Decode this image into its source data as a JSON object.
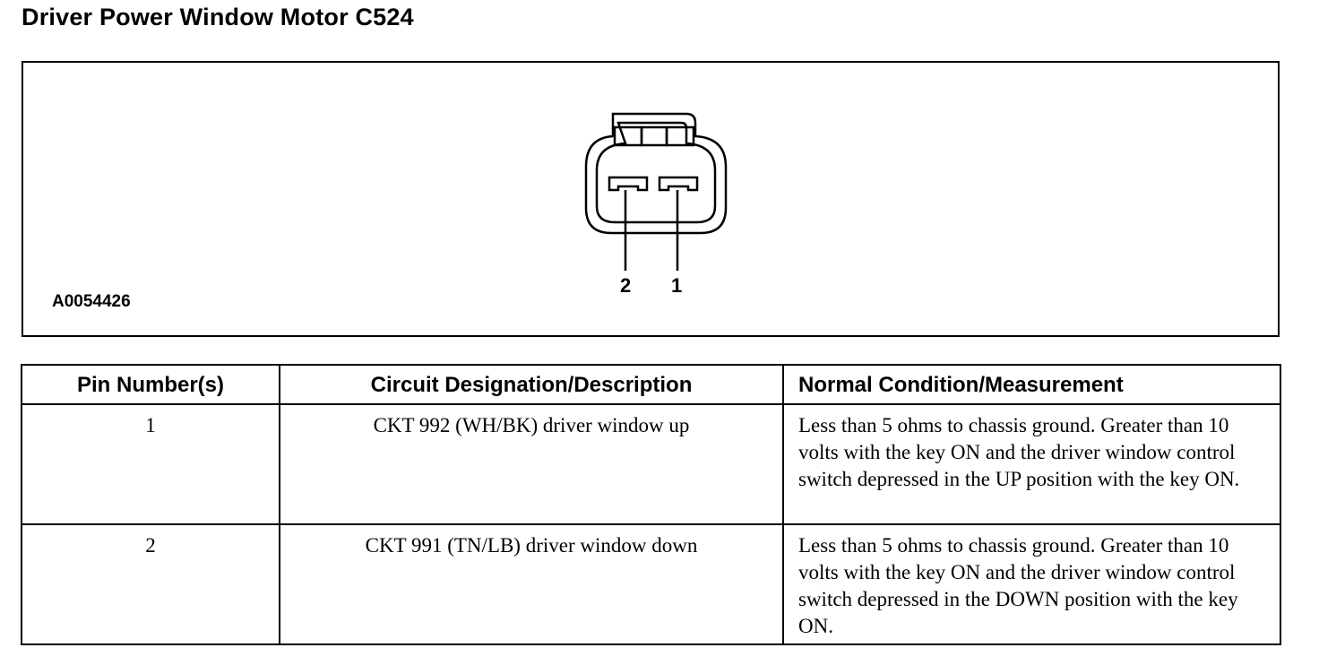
{
  "title": "Driver Power Window Motor C524",
  "diagram": {
    "figure_id": "A0054426",
    "pins": [
      "2",
      "1"
    ]
  },
  "table": {
    "headers": [
      "Pin Number(s)",
      "Circuit Designation/Description",
      "Normal Condition/Measurement"
    ],
    "rows": [
      {
        "pin": "1",
        "circuit": "CKT 992 (WH/BK) driver window up",
        "condition": "Less than 5 ohms to chassis ground. Greater than 10 volts with the key ON and the driver window control switch depressed in the UP position with the key ON."
      },
      {
        "pin": "2",
        "circuit": "CKT 991 (TN/LB) driver window down",
        "condition": "Less than 5 ohms to chassis ground. Greater than 10 volts with the key ON and the driver window control switch depressed in the DOWN position with the key ON."
      }
    ]
  }
}
